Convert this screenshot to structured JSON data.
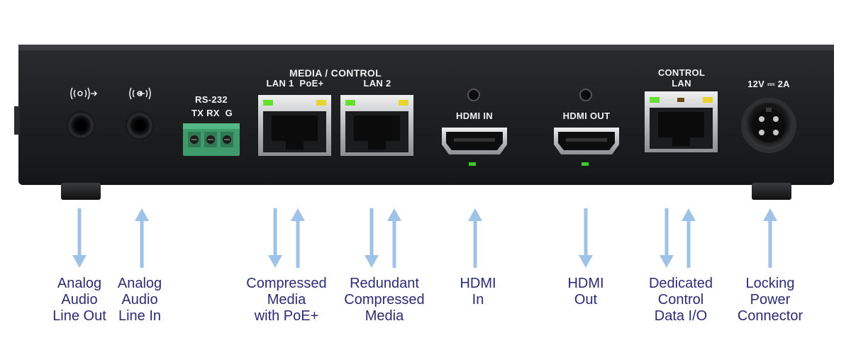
{
  "panel_labels": {
    "media_control": "MEDIA / CONTROL",
    "lan1_poe": "LAN 1  PoE+",
    "lan2": "LAN 2",
    "rs232": "RS-232",
    "rs232_pins": "TX RX  G",
    "hdmi_in": "HDMI IN",
    "hdmi_out": "HDMI OUT",
    "control": "CONTROL",
    "lan": "LAN",
    "power_spec": "12V ⎓ 2A"
  },
  "callouts": [
    {
      "id": "analog-out",
      "lines": [
        "Analog",
        "Audio",
        "Line Out"
      ],
      "direction": "out"
    },
    {
      "id": "analog-in",
      "lines": [
        "Analog",
        "Audio",
        "Line In"
      ],
      "direction": "in"
    },
    {
      "id": "compressed-media",
      "lines": [
        "Compressed",
        "Media",
        "with PoE+"
      ],
      "direction": "bidirectional"
    },
    {
      "id": "redundant-media",
      "lines": [
        "Redundant",
        "Compressed",
        "Media"
      ],
      "direction": "bidirectional"
    },
    {
      "id": "hdmi-in",
      "lines": [
        "HDMI",
        "In"
      ],
      "direction": "in"
    },
    {
      "id": "hdmi-out",
      "lines": [
        "HDMI",
        "Out"
      ],
      "direction": "out"
    },
    {
      "id": "control-data",
      "lines": [
        "Dedicated",
        "Control",
        "Data I/O"
      ],
      "direction": "bidirectional"
    },
    {
      "id": "power",
      "lines": [
        "Locking",
        "Power",
        "Connector"
      ],
      "direction": "in"
    }
  ],
  "colors": {
    "chassis": "#1d1e20",
    "arrow": "#9fc3e6",
    "label_text": "#2b2c74",
    "led_green": "#66e02f",
    "led_yellow": "#e8d431"
  }
}
